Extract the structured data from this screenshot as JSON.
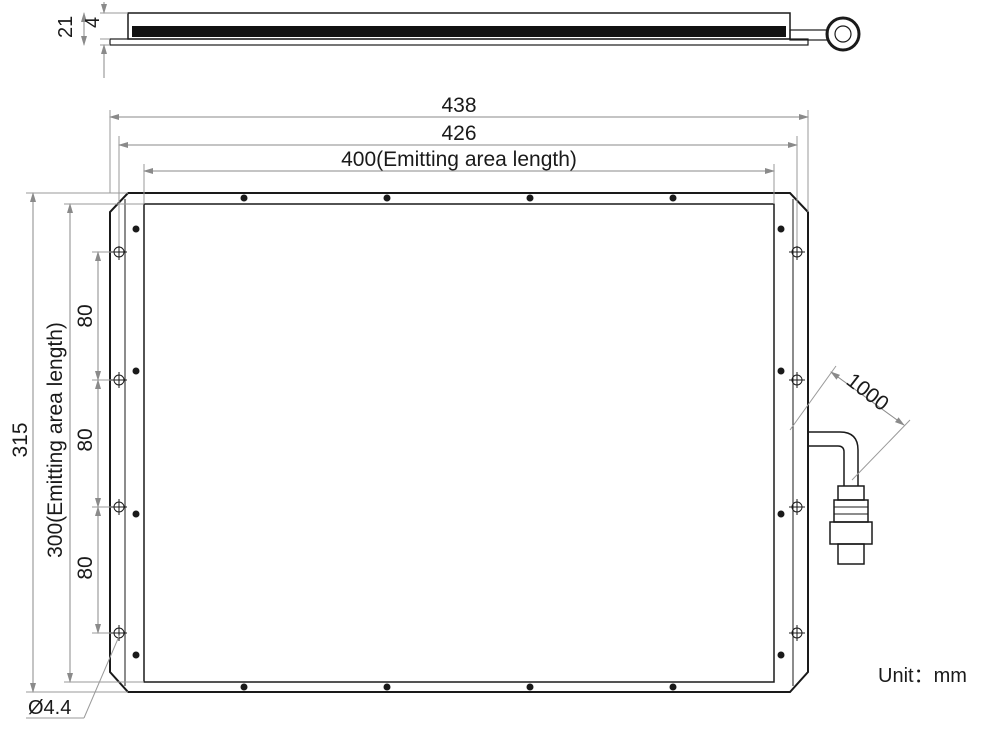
{
  "diagram": {
    "side_view": {
      "dim_total_height": "21",
      "dim_plate_thickness": "4"
    },
    "top_view": {
      "dim_overall_width": "438",
      "dim_mount_width": "426",
      "dim_emitting_width": "400(Emitting area length)",
      "dim_overall_height": "315",
      "dim_emitting_height": "300(Emitting area length)",
      "dim_hole_pitch_1": "80",
      "dim_hole_pitch_2": "80",
      "dim_hole_pitch_3": "80",
      "dim_cable_length": "1000",
      "dim_hole_diameter": "Ø4.4"
    },
    "unit_label": "Unit：mm"
  }
}
